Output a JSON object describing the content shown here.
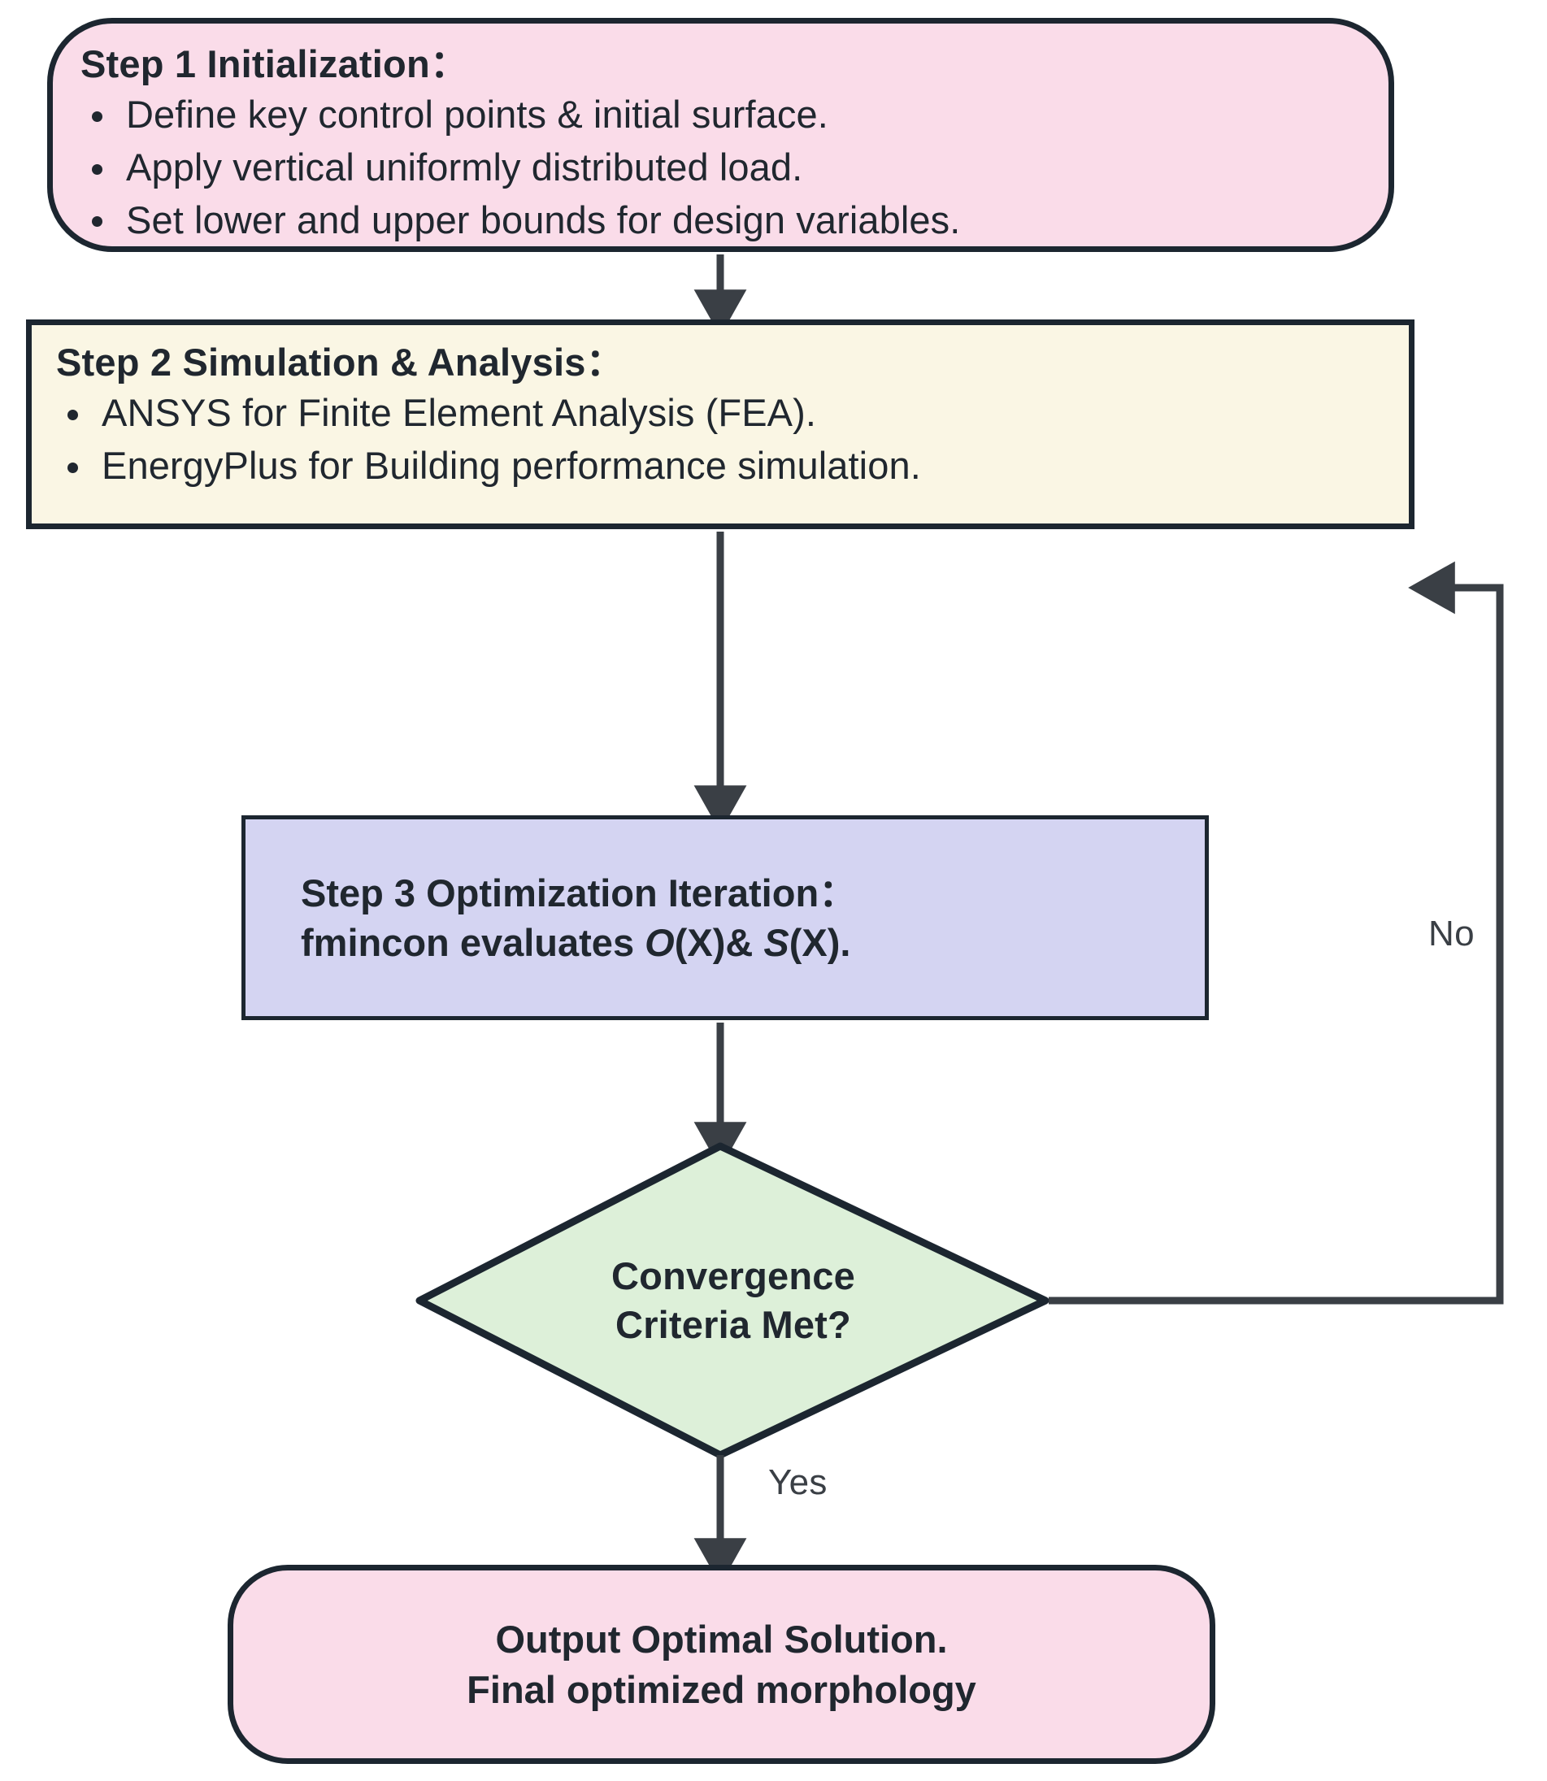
{
  "diagram": {
    "title": "Design optimization workflow flowchart",
    "colors": {
      "pink": "#FADCE9",
      "cream": "#FAF6E4",
      "lavender": "#D4D4F2",
      "green": "#DDF0D9",
      "stroke": "#1C2630",
      "text": "#20272F"
    }
  },
  "step1": {
    "title": "Step 1 Initialization：",
    "bullets": [
      "Define key control points & initial surface.",
      "Apply vertical uniformly distributed load.",
      "Set lower and upper bounds for design variables."
    ]
  },
  "step2": {
    "title": "Step 2 Simulation & Analysis：",
    "bullets": [
      "ANSYS for Finite Element Analysis (FEA).",
      "EnergyPlus for Building performance simulation."
    ]
  },
  "step3": {
    "line1": "Step 3 Optimization Iteration：",
    "line2_pre": "fmincon evaluates  ",
    "line2_o": "O",
    "line2_mid1": "(X)& ",
    "line2_s": "S",
    "line2_mid2": "(X)."
  },
  "decision": {
    "line1": "Convergence",
    "line2": "Criteria Met?"
  },
  "output": {
    "line1": "Output Optimal Solution.",
    "line2": "Final optimized morphology"
  },
  "edges": {
    "no_label": "No",
    "yes_label": "Yes"
  }
}
